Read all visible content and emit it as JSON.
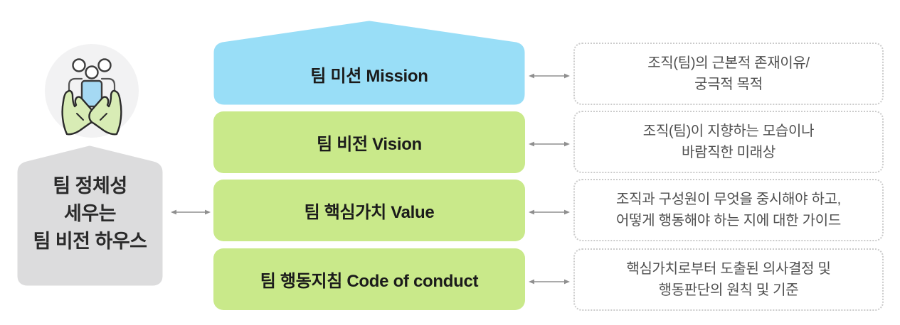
{
  "colors": {
    "mission_blue": "#99def7",
    "level_green": "#c9e98a",
    "house_gray": "#dcdcdd",
    "icon_bg": "#f2f2f3",
    "hand_green": "#d8ecb5",
    "person_blue": "#a5d9f3",
    "arrow_gray": "#8f8f8f",
    "desc_border": "#cbcbcb",
    "desc_text": "#4f4f4f",
    "label_text": "#1b1b1b"
  },
  "left_panel": {
    "icon": "hands-holding-team-icon",
    "house_lines": [
      "팀 정체성",
      "세우는",
      "팀 비전 하우스"
    ]
  },
  "vision_house": {
    "rows": [
      {
        "label": "팀 미션 Mission",
        "desc": [
          "조직(팀)의 근본적 존재이유/",
          "궁극적 목적"
        ]
      },
      {
        "label": "팀 비전 Vision",
        "desc": [
          "조직(팀)이 지향하는 모습이나",
          "바람직한 미래상"
        ]
      },
      {
        "label": "팀 핵심가치 Value",
        "desc": [
          "조직과 구성원이 무엇을 중시해야 하고,",
          "어떻게 행동해야 하는 지에 대한 가이드"
        ]
      },
      {
        "label": "팀 행동지침 Code of conduct",
        "desc": [
          "핵심가치로부터 도출된 의사결정 및",
          "행동판단의 원칙 및 기준"
        ]
      }
    ]
  }
}
